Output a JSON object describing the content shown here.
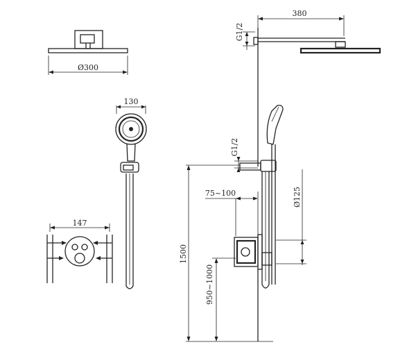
{
  "dimensions": {
    "head_diameter": "Ø300",
    "handset_width": "130",
    "valve_width": "147",
    "arm_length": "380",
    "thread_top": "G1/2",
    "thread_mid": "G1/2",
    "wall_depth": "75~100",
    "rail_diameter": "Ø125",
    "total_height": "1500",
    "valve_height": "950~1000"
  }
}
